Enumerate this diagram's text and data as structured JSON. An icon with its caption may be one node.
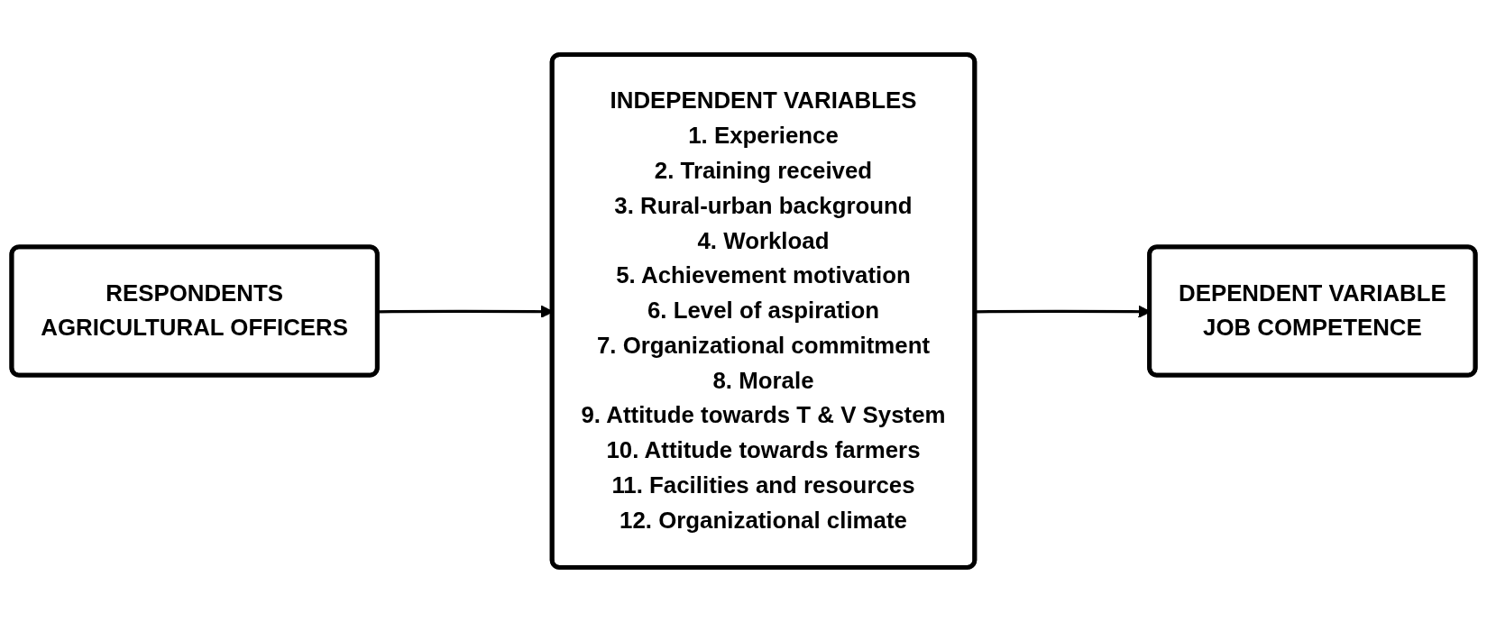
{
  "diagram": {
    "nodes": [
      {
        "text": [
          "RESPONDENTS",
          "AGRICULTURAL OFFICERS"
        ]
      },
      {
        "text": [
          "INDEPENDENT VARIABLES",
          "1. Experience",
          "2. Training received",
          "3. Rural-urban background",
          "4. Workload",
          "5. Achievement motivation",
          "6. Level of aspiration",
          "7. Organizational commitment",
          "8. Morale",
          "9. Attitude towards T & V System",
          "10. Attitude towards farmers",
          "11. Facilities and resources",
          "12. Organizational climate"
        ]
      },
      {
        "text": [
          "DEPENDENT VARIABLE",
          "JOB COMPETENCE"
        ]
      }
    ],
    "edges": [
      {
        "from": 0,
        "to": 1,
        "arrow": "to"
      },
      {
        "from": 1,
        "to": 2,
        "arrow": "to"
      }
    ]
  }
}
